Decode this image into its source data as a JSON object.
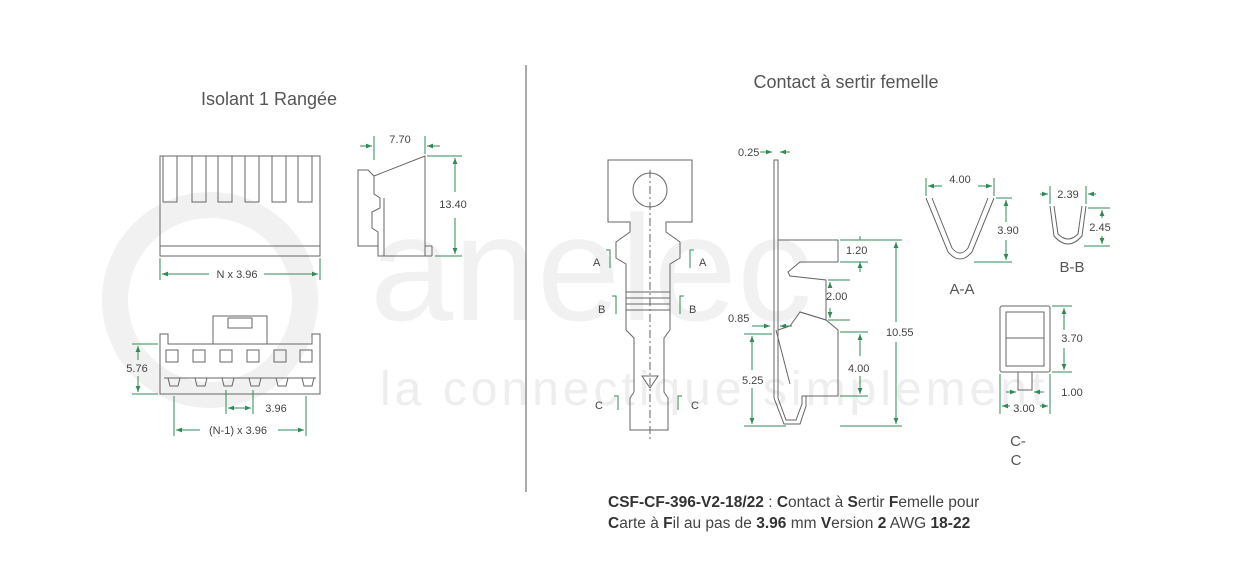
{
  "watermark": {
    "brand": "anelec",
    "tagline": "la connectique simplement"
  },
  "left": {
    "title": "Isolant 1 Rangée",
    "dims": {
      "width": "N x 3.96",
      "depth": "7.70",
      "height": "13.40",
      "front_h": "5.76",
      "pitch": "3.96",
      "total": "(N-1) x 3.96"
    }
  },
  "right": {
    "title": "Contact à sertir femelle",
    "section_marks": {
      "a": "A",
      "b": "B",
      "c": "C"
    },
    "dims": {
      "t": "0.25",
      "d1": "1.20",
      "d2": "2.00",
      "d3": "0.85",
      "d4": "10.55",
      "d5": "4.00",
      "d6": "5.25",
      "aa_w": "4.00",
      "aa_h": "3.90",
      "bb_w": "2.39",
      "bb_h": "2.45",
      "cc_h": "3.70",
      "cc_w": "3.00",
      "cc_t": "1.00"
    },
    "sections": {
      "aa": "A-A",
      "bb": "B-B",
      "cc1": "C-",
      "cc2": "C"
    }
  },
  "description": {
    "code": "CSF-CF-396-V2-18/22",
    "sep": " : ",
    "parts": [
      {
        "b": "C",
        "t": "ontact à "
      },
      {
        "b": "S",
        "t": "ertir "
      },
      {
        "b": "F",
        "t": "emelle pour "
      },
      {
        "b": "C",
        "t": "arte à "
      },
      {
        "b": "F",
        "t": "il au pas de "
      },
      {
        "b": "3.96",
        "t": " mm "
      },
      {
        "b": "V",
        "t": "ersion "
      },
      {
        "b": "2",
        "t": " AWG "
      },
      {
        "b": "18-22",
        "t": ""
      }
    ]
  },
  "colors": {
    "dimension": "#2e8b57",
    "outline": "#666666",
    "watermark": "#f1f1f1"
  }
}
